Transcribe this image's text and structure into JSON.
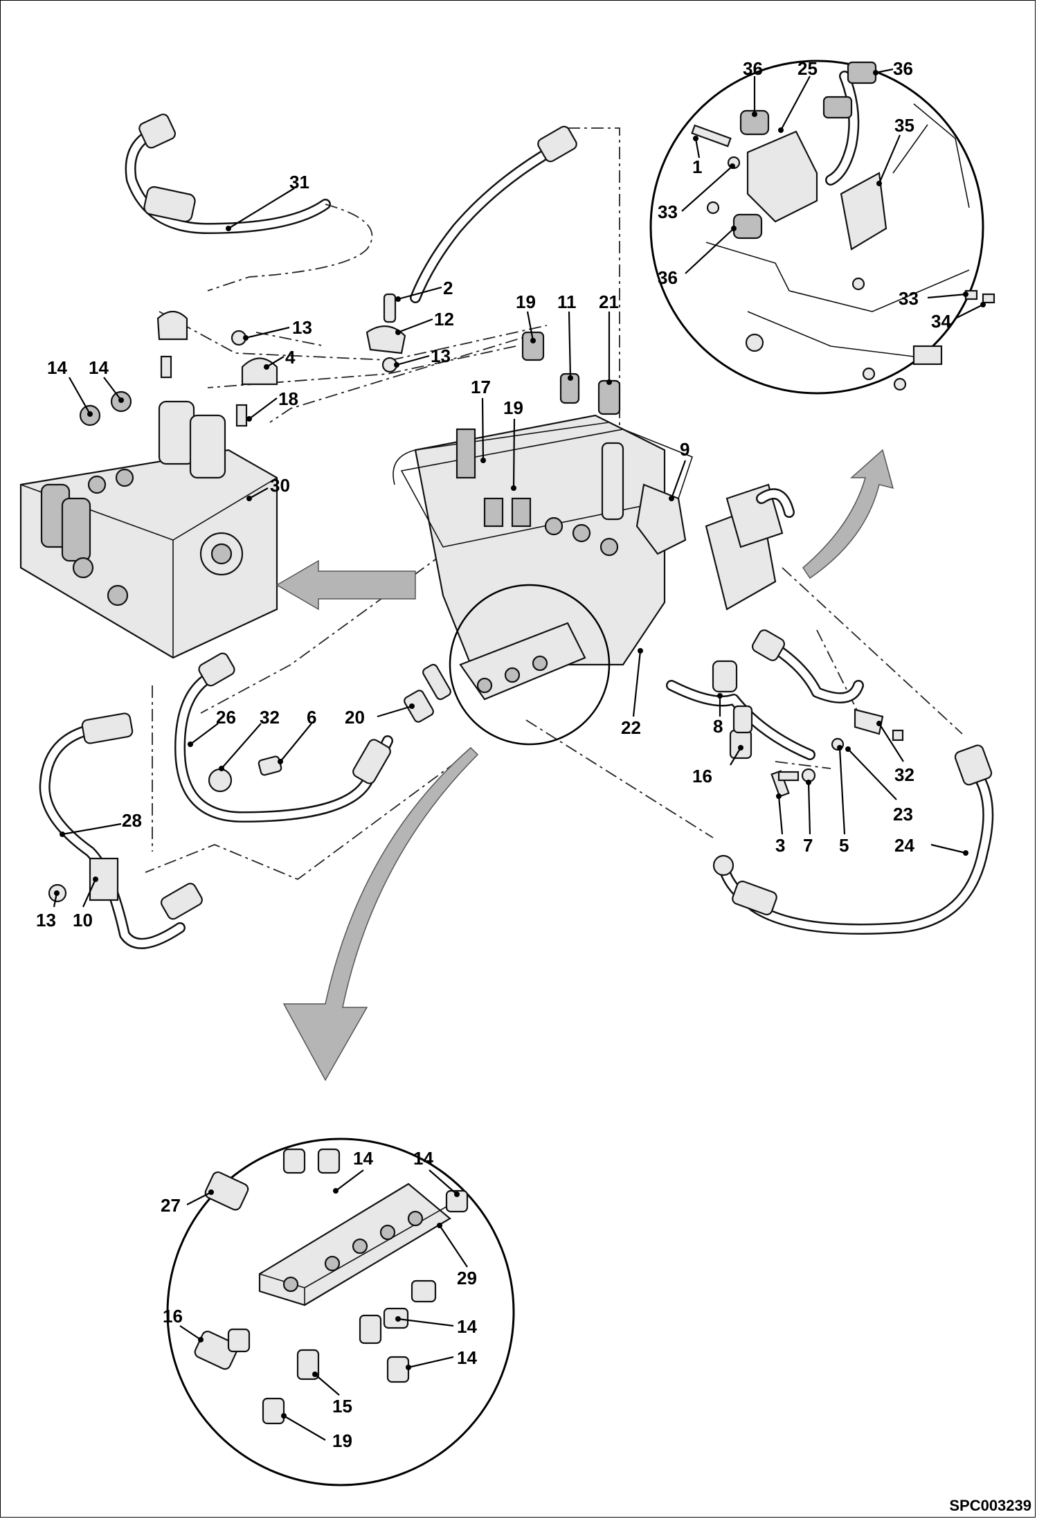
{
  "reference_code": "SPC003239",
  "callouts": {
    "c1": "1",
    "c2": "2",
    "c3": "3",
    "c4": "4",
    "c5": "5",
    "c6": "6",
    "c7": "7",
    "c8": "8",
    "c9": "9",
    "c10": "10",
    "c11": "11",
    "c12": "12",
    "c13": "13",
    "c14": "14",
    "c15": "15",
    "c16": "16",
    "c17": "17",
    "c18": "18",
    "c19": "19",
    "c20": "20",
    "c21": "21",
    "c22": "22",
    "c23": "23",
    "c24": "24",
    "c25": "25",
    "c26": "26",
    "c27": "27",
    "c28": "28",
    "c29": "29",
    "c30": "30",
    "c31": "31",
    "c32": "32",
    "c33": "33",
    "c34": "34",
    "c35": "35",
    "c36": "36"
  }
}
